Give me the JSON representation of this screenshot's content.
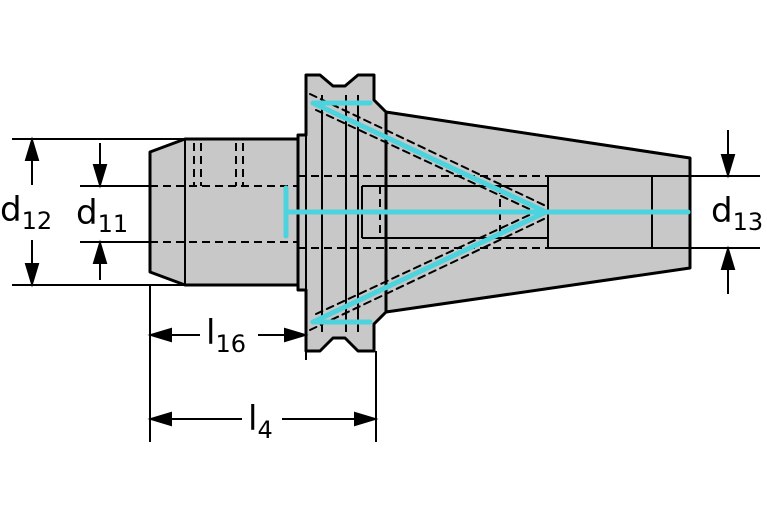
{
  "labels": {
    "d12": {
      "main": "d",
      "sub": "12"
    },
    "d11": {
      "main": "d",
      "sub": "11"
    },
    "d13": {
      "main": "d",
      "sub": "13"
    },
    "l16": {
      "main": "l",
      "sub": "16"
    },
    "l4": {
      "main": "l",
      "sub": "4"
    }
  },
  "colors": {
    "body_fill": "#c8c8c8",
    "outline": "#000000",
    "coolant": "#4dd3de",
    "background": "#ffffff"
  }
}
